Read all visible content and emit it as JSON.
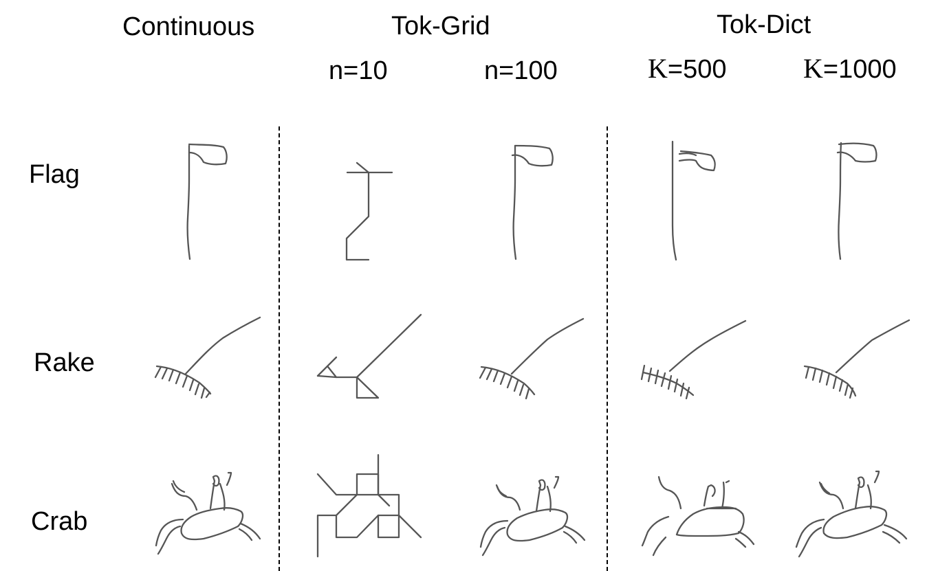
{
  "headers": {
    "continuous": "Continuous",
    "tok_grid": "Tok-Grid",
    "tok_dict": "Tok-Dict"
  },
  "subheaders": {
    "grid_n10": "n=10",
    "grid_n100": "n=100",
    "dict_k500_letter": "K",
    "dict_k500_value": "=500",
    "dict_k1000_letter": "K",
    "dict_k1000_value": "=1000"
  },
  "rows": [
    "Flag",
    "Rake",
    "Crab"
  ],
  "colors": {
    "stroke": "#555555",
    "text": "#000000"
  }
}
